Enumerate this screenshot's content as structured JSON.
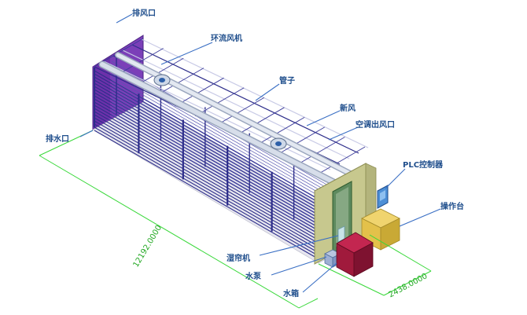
{
  "labels": {
    "exhaust_vent": "排风口",
    "circulation_fan": "环流风机",
    "ac_duct": "管子",
    "fresh_air": "新风",
    "ac_outlet": "空调出风口",
    "drain_outlet": "排水口",
    "plc_controller": "PLC控制器",
    "operation_panel": "操作台",
    "humidifier": "湿帘机",
    "water_pump": "水泵",
    "water_tank": "水箱"
  },
  "dimensions": {
    "length": "12192.0000",
    "width": "2438.0000"
  },
  "colors": {
    "frame": "#2d2d8a",
    "back_wall": "#7b3fb8",
    "duct": "#c9d4e6",
    "front_wall": "#c7c88e",
    "door_frame": "#5e8a5e",
    "red_box": "#a01a3c",
    "yellow_box": "#e3c14a",
    "plc_box": "#4d8fd6",
    "leader": "#3a6fc4",
    "dimension": "#39d83a"
  }
}
